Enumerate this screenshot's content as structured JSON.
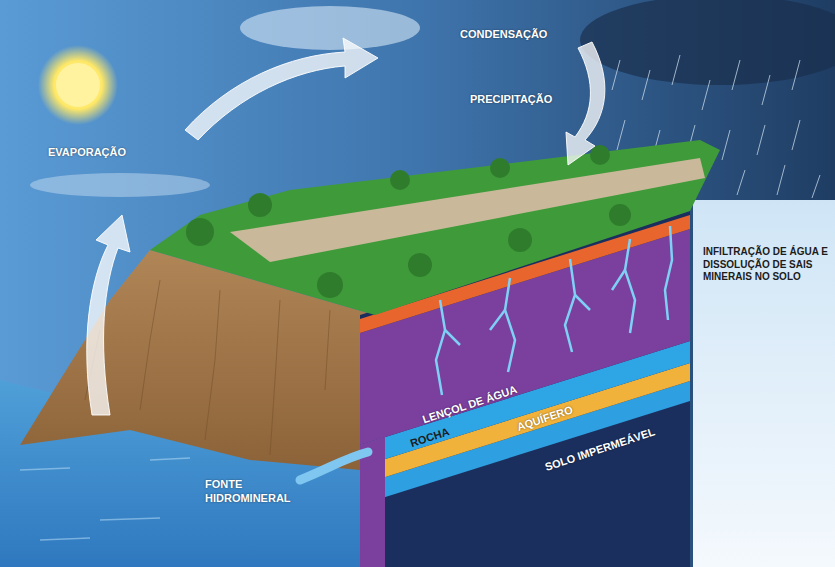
{
  "diagram": {
    "labels": [
      "EVAPORAÇÃO",
      "CONDENSAÇÃO",
      "PRECIPITAÇÃO",
      "INFILTRAÇÃO DE ÁGUA E DISSOLUÇÃO DE SAIS MINERAIS NO SOLO",
      "LENÇOL DE ÁGUA",
      "ROCHA",
      "AQUÍFERO",
      "SOLO IMPERMEÁVEL",
      "FONTE HIDROMINERAL"
    ]
  }
}
